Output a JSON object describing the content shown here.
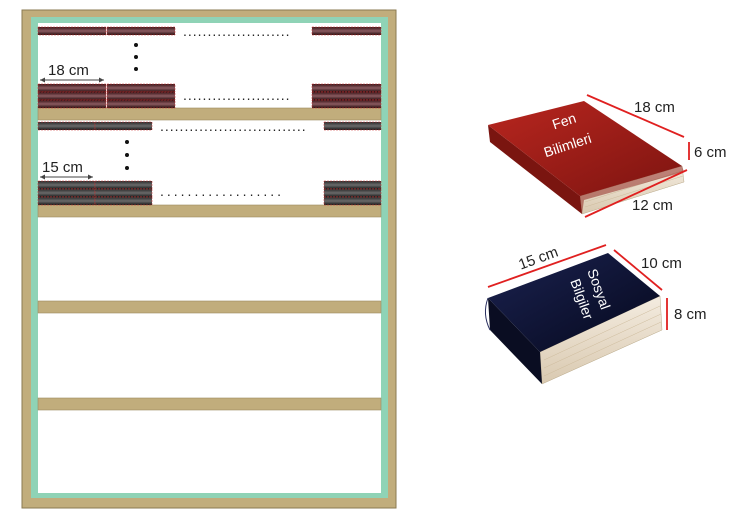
{
  "shelf": {
    "top_row_dim": "18 cm",
    "bottom_row_dim": "15 cm",
    "dots_top": "......................",
    "dots_bottom": "..............................",
    "dots_mid": "......................",
    "dots_mid_bottom": ".................."
  },
  "book_fen": {
    "title_line1": "Fen",
    "title_line2": "Bilimleri",
    "length": "18 cm",
    "height": "6 cm",
    "width": "12 cm",
    "cover_color": "#a3201b"
  },
  "book_sosyal": {
    "title_line1": "Sosyal",
    "title_line2": "Bilgiler",
    "length": "15 cm",
    "width": "10 cm",
    "height": "8 cm",
    "cover_color": "#0e1330"
  },
  "colors": {
    "frame": "#c1ad7c",
    "inner_glow": "#8fd3b6",
    "dimension_line": "#e02020"
  }
}
